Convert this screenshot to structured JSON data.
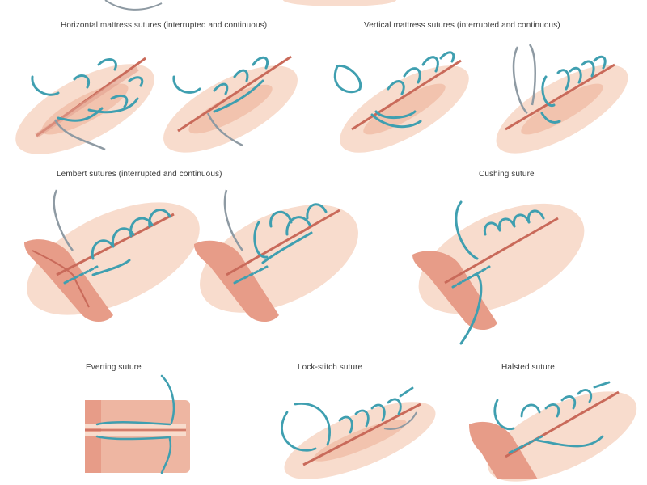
{
  "captions": {
    "horizontal": "Horizontal mattress sutures (interrupted and continuous)",
    "vertical": "Vertical mattress sutures (interrupted and continuous)",
    "lembert": "Lembert sutures (interrupted and continuous)",
    "cushing": "Cushing suture",
    "everting": "Everting suture",
    "lockstitch": "Lock-stitch suture",
    "halsted": "Halsted suture"
  },
  "colors": {
    "tissue": "#f2c3ae",
    "tissue_light": "#f8dccd",
    "wound": "#c96a5a",
    "suture": "#3f9fb0",
    "needle": "#8e9aa3",
    "bowel": "#e79c88"
  }
}
